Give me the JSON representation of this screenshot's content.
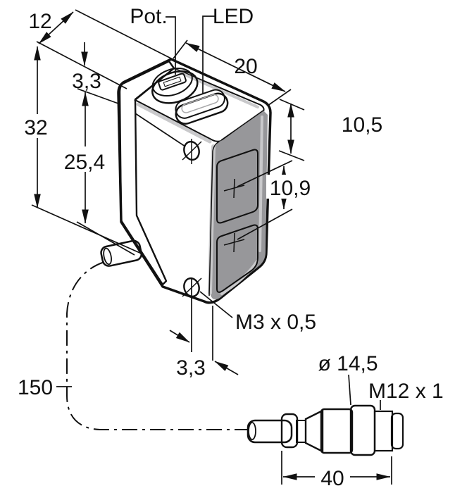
{
  "drawing": {
    "title": "sensor-dimension-drawing",
    "labels": {
      "width": "12",
      "pot_offset": "3,3",
      "height": "32",
      "hole_spacing": "25,4",
      "pot": "Pot.",
      "led": "LED",
      "depth": "20",
      "lens_top_offset": "10,5",
      "lens_spacing": "10,9",
      "mount_thread": "M3 x 0,5",
      "hole_edge_offset": "3,3",
      "cable_length": "150",
      "connector_diameter": "ø 14,5",
      "connector_thread": "M12 x 1",
      "connector_length": "40"
    },
    "colors": {
      "housing_yellow": "#FFCC00",
      "body_gray": "#9B9B9D",
      "top_gray": "#8C8C8E",
      "lens_face_gray": "#97979A",
      "window_light": "#ECECEE",
      "window_shade": "#BDBDBF",
      "led_white": "#F4F4F5",
      "knob_gray": "#7E7E81",
      "connector_gray": "#9B9B9D",
      "connector_dark": "#6E6E70",
      "line_black": "#111111"
    }
  }
}
